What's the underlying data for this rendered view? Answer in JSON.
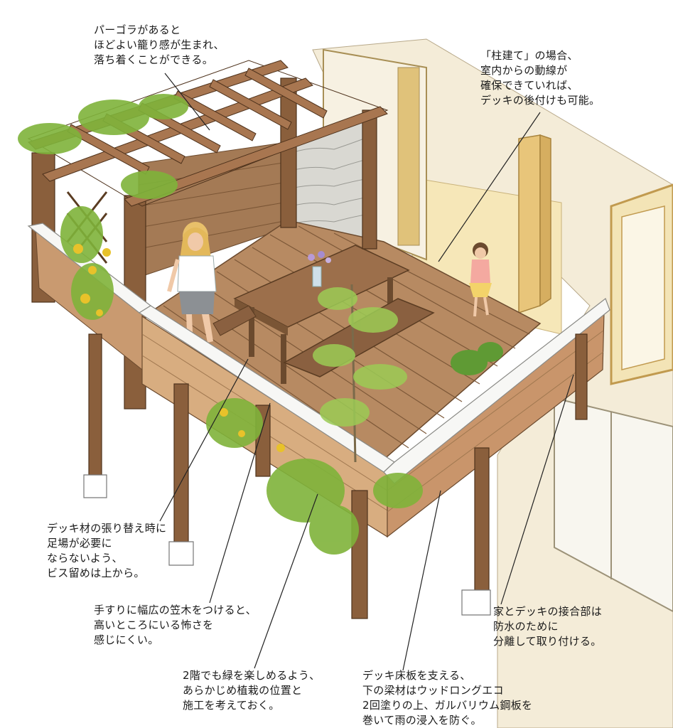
{
  "annotations": [
    {
      "id": "pergola",
      "lines": [
        "パーゴラがあると",
        "ほどよい籠り感が生まれ、",
        "落ち着くことができる。"
      ]
    },
    {
      "id": "post-built",
      "lines": [
        "「柱建て」の場合、",
        "室内からの動線が",
        "確保できていれば、",
        "デッキの後付けも可能。"
      ]
    },
    {
      "id": "deck-replace",
      "lines": [
        "デッキ材の張り替え時に",
        "足場が必要に",
        "ならないよう、",
        "ビス留めは上から。"
      ]
    },
    {
      "id": "handrail",
      "lines": [
        "手すりに幅広の笠木をつけると、",
        "高いところにいる怖さを",
        "感じにくい。"
      ]
    },
    {
      "id": "house-joint",
      "lines": [
        "家とデッキの接合部は",
        "防水のために",
        "分離して取り付ける。"
      ]
    },
    {
      "id": "greenery",
      "lines": [
        "2階でも緑を楽しめるよう、",
        "あらかじめ植栽の位置と",
        "施工を考えておく。"
      ]
    },
    {
      "id": "beam",
      "lines": [
        "デッキ床板を支える、",
        "下の梁材はウッドロングエコ",
        "2回塗りの上、ガルバリウム鋼板を",
        "巻いて雨の浸入を防ぐ。"
      ]
    }
  ]
}
